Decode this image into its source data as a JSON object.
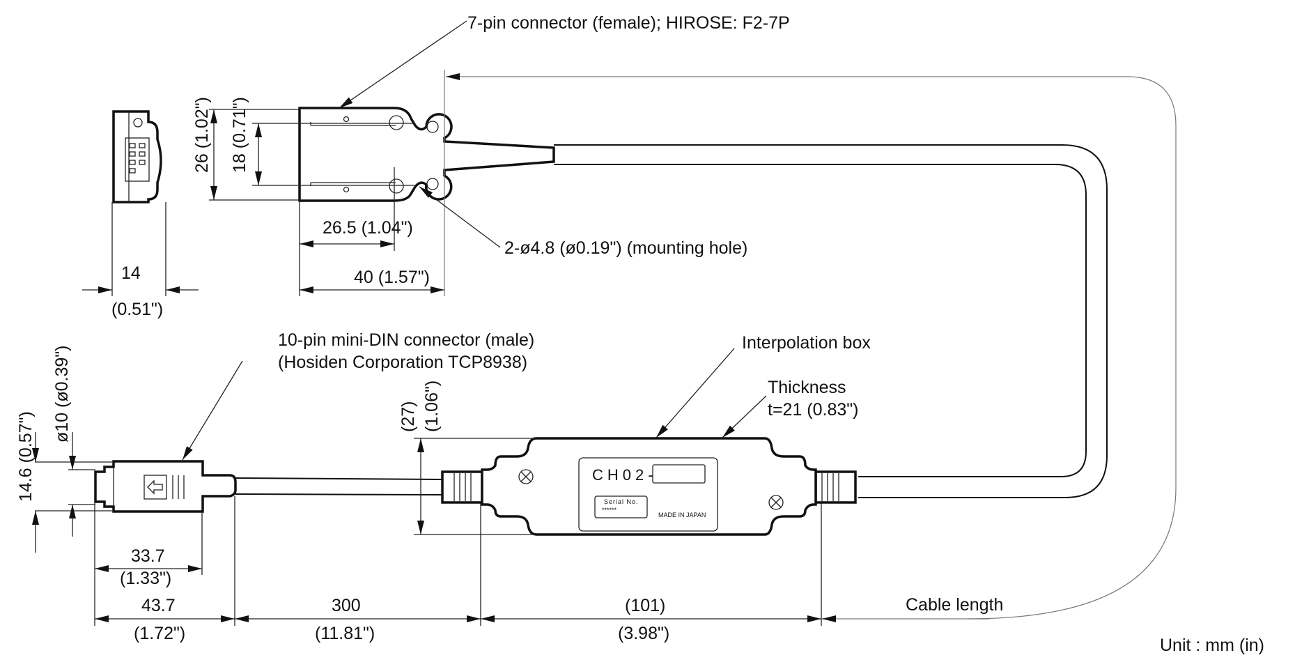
{
  "labels": {
    "seven_pin": "7-pin connector (female); HIROSE: F2-7P",
    "mounting_hole": "2-ø4.8 (ø0.19\") (mounting hole)",
    "mini_din_line1": "10-pin mini-DIN connector (male)",
    "mini_din_line2": "(Hosiden Corporation TCP8938)",
    "interp_box": "Interpolation box",
    "thickness_line1": "Thickness",
    "thickness_line2": "t=21 (0.83\")",
    "cable_length": "Cable length",
    "unit": "Unit : mm (in)"
  },
  "dimensions": {
    "side_width_mm": "14",
    "side_width_in": "(0.51\")",
    "height_26": "26 (1.02\")",
    "height_18": "18 (0.71\")",
    "len_26_5": "26.5 (1.04\")",
    "len_40": "40 (1.57\")",
    "h_14_6": "14.6 (0.57\")",
    "dia_10": "ø10 (ø0.39\")",
    "box_h_mm": "(27)",
    "box_h_in": "(1.06\")",
    "plug_len_mm": "33.7",
    "plug_len_in": "(1.33\")",
    "plug_total_mm": "43.7",
    "plug_total_in": "(1.72\")",
    "cable_300_mm": "300",
    "cable_300_in": "(11.81\")",
    "box_len_mm": "(101)",
    "box_len_in": "(3.98\")"
  },
  "box_label": {
    "model": "CH02-",
    "serial_title": "Serial No.",
    "serial_value": "******",
    "origin": "MADE IN JAPAN"
  },
  "icons": {
    "plug_marker": "arrow-left-icon",
    "box_screws": "cross-circle-icon"
  }
}
